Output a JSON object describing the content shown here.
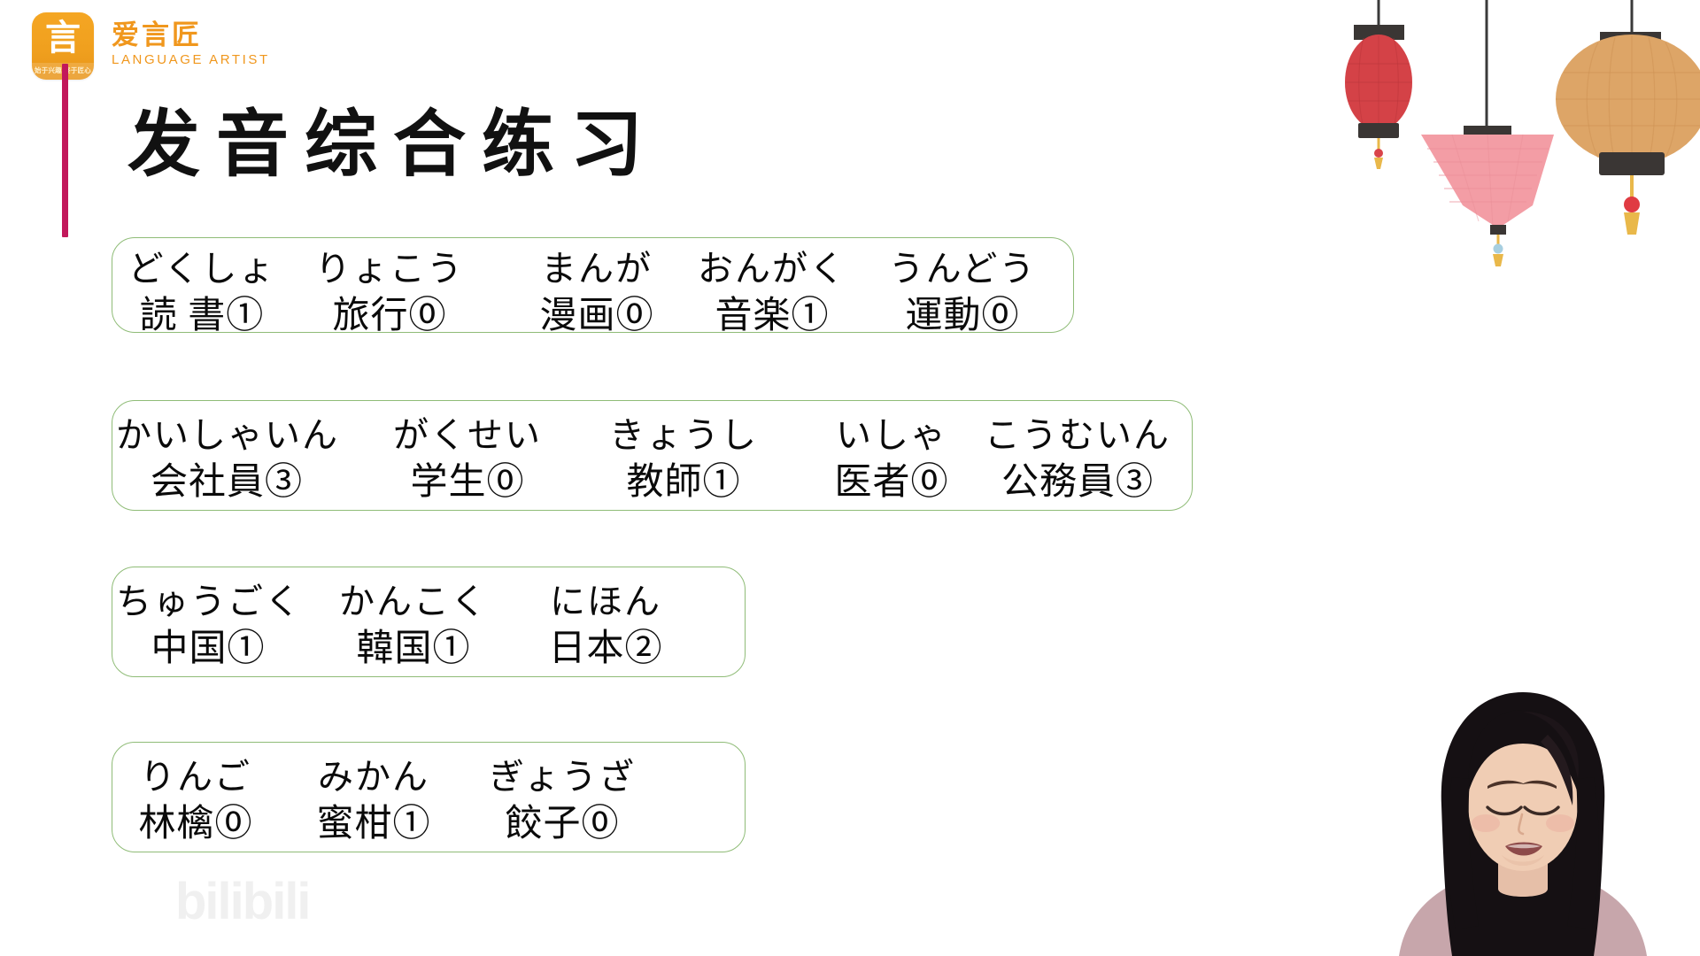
{
  "brand": {
    "mark_glyph": "言",
    "mark_slogan": "始于兴趣 终于匠心",
    "name_cn": "爱言匠",
    "name_en": "LANGUAGE ARTIST",
    "accent_color": "#f0971d",
    "bar_color": "#c2185b"
  },
  "page": {
    "title": "发音综合练习",
    "background": "#ffffff",
    "box_border_color": "#8fbc77"
  },
  "watermark": {
    "text": "bilibili"
  },
  "decor": {
    "lanterns": [
      {
        "name": "red-oval-lantern",
        "color": "#d9444a",
        "shape": "oval"
      },
      {
        "name": "pink-trapezoid-lantern",
        "color": "#f4a0a8",
        "shape": "trapezoid"
      },
      {
        "name": "tan-round-lantern",
        "color": "#e0a86a",
        "shape": "round"
      }
    ]
  },
  "boxes": [
    {
      "id": "box-hobbies",
      "words": [
        {
          "kana": "どくしょ",
          "kanji": "読 書①"
        },
        {
          "kana": "りょこう",
          "kanji": "旅行⓪"
        },
        {
          "kana": "まんが",
          "kanji": "漫画⓪"
        },
        {
          "kana": "おんがく",
          "kanji": "音楽①"
        },
        {
          "kana": "うんどう",
          "kanji": "運動⓪"
        }
      ]
    },
    {
      "id": "box-occupations",
      "words": [
        {
          "kana": "かいしゃいん",
          "kanji": "会社員③"
        },
        {
          "kana": "がくせい",
          "kanji": "学生⓪"
        },
        {
          "kana": "きょうし",
          "kanji": "教師①"
        },
        {
          "kana": "いしゃ",
          "kanji": "医者⓪"
        },
        {
          "kana": "こうむいん",
          "kanji": "公務員③"
        }
      ]
    },
    {
      "id": "box-countries",
      "words": [
        {
          "kana": "ちゅうごく",
          "kanji": "中国①"
        },
        {
          "kana": "かんこく",
          "kanji": "韓国①"
        },
        {
          "kana": "にほん",
          "kanji": "日本②"
        }
      ]
    },
    {
      "id": "box-foods",
      "words": [
        {
          "kana": "りんご",
          "kanji": "林檎⓪"
        },
        {
          "kana": "みかん",
          "kanji": "蜜柑①"
        },
        {
          "kana": "ぎょうざ",
          "kanji": "餃子⓪"
        }
      ]
    }
  ]
}
